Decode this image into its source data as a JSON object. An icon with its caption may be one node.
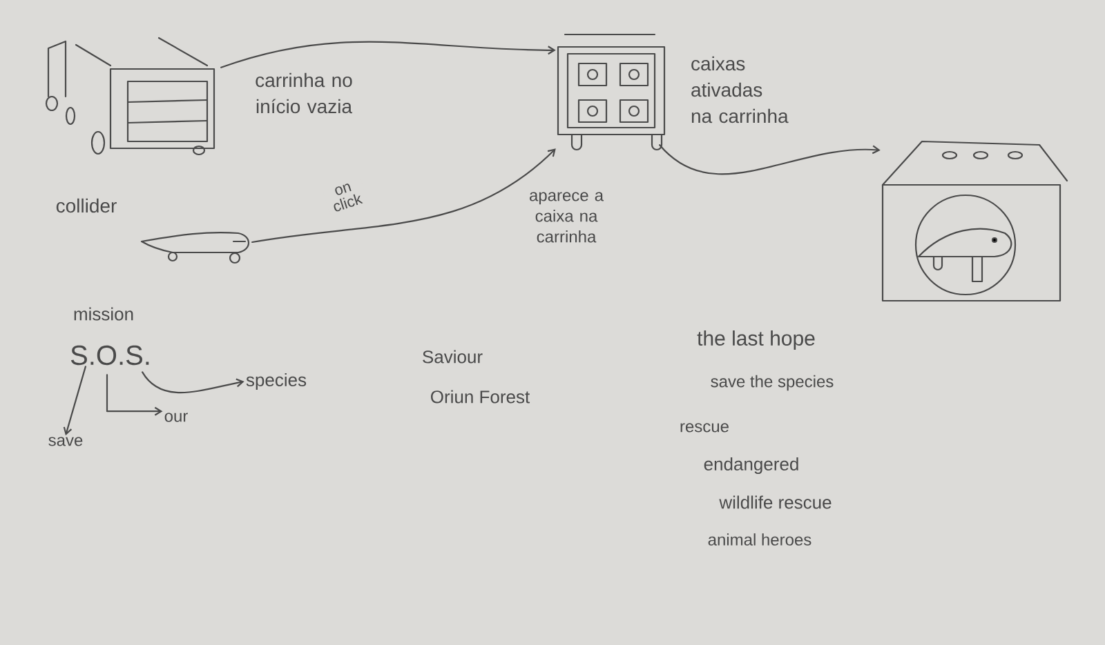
{
  "diagram": {
    "nodes": [
      {
        "text": [],
        "shape": "picture",
        "beside": [
          "carrinha no início vazia"
        ]
      },
      {
        "text": [],
        "shape": "picture",
        "beside": [
          "caixas ativadas na carrinha"
        ]
      },
      {
        "text": [],
        "shape": "picture"
      },
      {
        "text": [],
        "shape": "picture"
      },
      {
        "text": [
          "S.O.S."
        ]
      },
      {
        "text": [
          "save"
        ]
      },
      {
        "text": [
          "our"
        ]
      },
      {
        "text": [
          "species"
        ]
      }
    ],
    "edges": [
      {
        "from": 0,
        "to": 1,
        "arrow": "to"
      },
      {
        "from": 2,
        "to": 1,
        "arrow": "to",
        "label": "on click"
      },
      {
        "from": 1,
        "to": 3,
        "arrow": "to"
      },
      {
        "from": 4,
        "to": 5,
        "arrow": "to"
      },
      {
        "from": 4,
        "to": 6,
        "arrow": "to"
      },
      {
        "from": 4,
        "to": 7,
        "arrow": "to"
      }
    ],
    "labels": [
      "collider",
      "aparece a caixa na carrinha",
      "mission",
      "Saviour",
      "Oriun Forest",
      "the last hope",
      "save the species",
      "rescue",
      "endangered",
      "wildlife rescue",
      "animal heroes"
    ]
  }
}
